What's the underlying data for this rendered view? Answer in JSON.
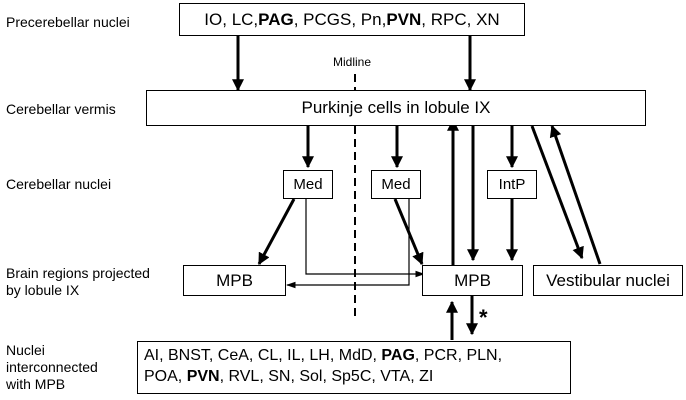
{
  "row_labels": {
    "precerebellar": "Precerebellar nuclei",
    "vermis": "Cerebellar vermis",
    "cerebellar_nuclei": "Cerebellar nuclei",
    "projected": "Brain regions projected\nby lobule IX",
    "interconnected": "Nuclei\ninterconnected\nwith MPB"
  },
  "precerebellar_box": [
    {
      "text": "IO, LC, ",
      "bold": false
    },
    {
      "text": "PAG",
      "bold": true
    },
    {
      "text": ", PCGS, Pn, ",
      "bold": false
    },
    {
      "text": "PVN",
      "bold": true
    },
    {
      "text": ", RPC, XN",
      "bold": false
    }
  ],
  "midline_label": "Midline",
  "purkinje_box": "Purkinje cells in lobule IX",
  "med_left": "Med",
  "med_right": "Med",
  "intp": "IntP",
  "mpb_left": "MPB",
  "mpb_center": "MPB",
  "vestibular": "Vestibular nuclei",
  "asterisk": "*",
  "nuclei_lines": [
    [
      {
        "text": "AI, BNST, CeA, CL, IL, LH, MdD, ",
        "bold": false
      },
      {
        "text": "PAG",
        "bold": true
      },
      {
        "text": ", PCR, PLN,",
        "bold": false
      }
    ],
    [
      {
        "text": "POA, ",
        "bold": false
      },
      {
        "text": "PVN",
        "bold": true
      },
      {
        "text": ", RVL, SN, Sol, Sp5C, VTA, ZI",
        "bold": false
      }
    ]
  ]
}
